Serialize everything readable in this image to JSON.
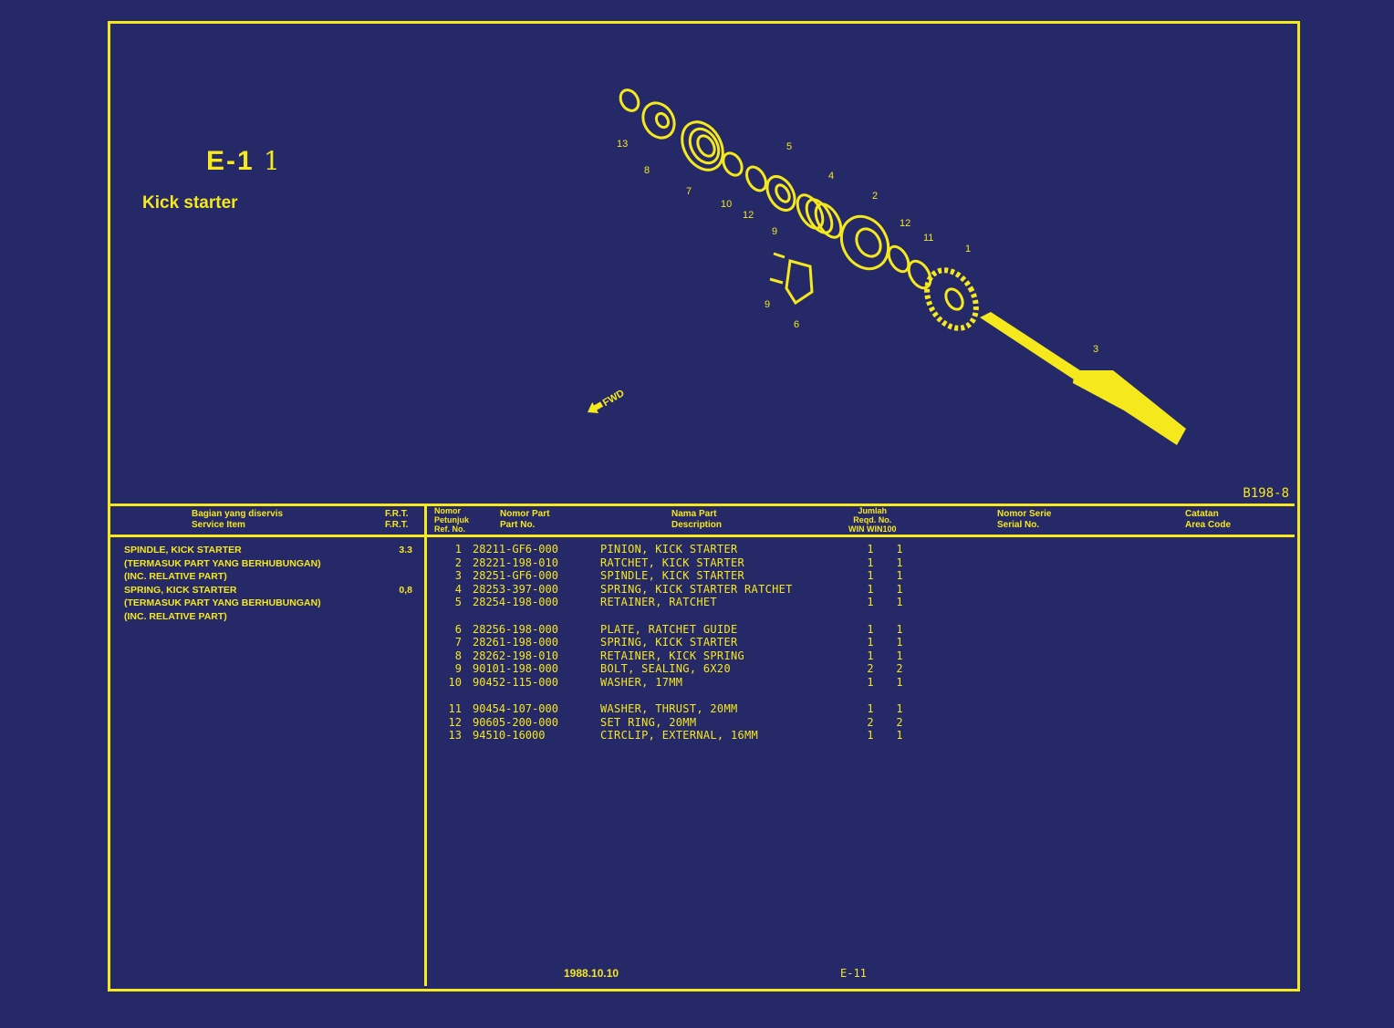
{
  "header": {
    "code": "E-1",
    "code_suffix": "1",
    "title": "Kick starter",
    "diagram_ref": "B198-8",
    "fwd_label": "FWD"
  },
  "callouts": [
    "13",
    "8",
    "7",
    "10",
    "12",
    "5",
    "4",
    "2",
    "12",
    "11",
    "1",
    "9",
    "9",
    "6",
    "3"
  ],
  "table_headers": {
    "service_item_id": "Bagian yang diservis",
    "service_item_en": "Service Item",
    "frt_id": "F.R.T.",
    "frt_en": "F.R.T.",
    "ref_id_1": "Nomor",
    "ref_id_2": "Petunjuk",
    "ref_en": "Ref. No.",
    "part_no_id": "Nomor Part",
    "part_no_en": "Part No.",
    "desc_id": "Nama Part",
    "desc_en": "Description",
    "qty_id": "Jumlah",
    "qty_en": "Reqd. No.",
    "qty_sub": "WIN WIN100",
    "serial_id": "Nomor Serie",
    "serial_en": "Serial No.",
    "notes_id": "Catatan",
    "notes_en": "Area Code"
  },
  "service_items": [
    {
      "text": "SPINDLE, KICK STARTER",
      "frt": "3.3"
    },
    {
      "text": "(TERMASUK PART YANG BERHUBUNGAN)",
      "frt": ""
    },
    {
      "text": "(INC. RELATIVE PART)",
      "frt": ""
    },
    {
      "text": "SPRING, KICK STARTER",
      "frt": "0,8"
    },
    {
      "text": "(TERMASUK PART YANG BERHUBUNGAN)",
      "frt": ""
    },
    {
      "text": "(INC. RELATIVE PART)",
      "frt": ""
    }
  ],
  "parts": [
    {
      "ref": "1",
      "part_no": "28211-GF6-000",
      "desc": "PINION,  KICK  STARTER",
      "q1": "1",
      "q2": "1"
    },
    {
      "ref": "2",
      "part_no": "28221-198-010",
      "desc": "RATCHET,  KICK  STARTER",
      "q1": "1",
      "q2": "1"
    },
    {
      "ref": "3",
      "part_no": "28251-GF6-000",
      "desc": "SPINDLE,  KICK  STARTER",
      "q1": "1",
      "q2": "1"
    },
    {
      "ref": "4",
      "part_no": "28253-397-000",
      "desc": "SPRING,  KICK  STARTER  RATCHET",
      "q1": "1",
      "q2": "1"
    },
    {
      "ref": "5",
      "part_no": "28254-198-000",
      "desc": "RETAINER,   RATCHET",
      "q1": "1",
      "q2": "1"
    },
    {
      "ref": "6",
      "part_no": "28256-198-000",
      "desc": "PLATE, RATCHET  GUIDE",
      "q1": "1",
      "q2": "1"
    },
    {
      "ref": "7",
      "part_no": "28261-198-000",
      "desc": "SPRING,  KICK  STARTER",
      "q1": "1",
      "q2": "1"
    },
    {
      "ref": "8",
      "part_no": "28262-198-010",
      "desc": "RETAINER,   KICK SPRING",
      "q1": "1",
      "q2": "1"
    },
    {
      "ref": "9",
      "part_no": "90101-198-000",
      "desc": "BOLT, SEALING, 6X20",
      "q1": "2",
      "q2": "2"
    },
    {
      "ref": "10",
      "part_no": "90452-115-000",
      "desc": "WASHER, 17MM",
      "q1": "1",
      "q2": "1"
    },
    {
      "ref": "11",
      "part_no": "90454-107-000",
      "desc": "WASHER, THRUST,  20MM",
      "q1": "1",
      "q2": "1"
    },
    {
      "ref": "12",
      "part_no": "90605-200-000",
      "desc": "SET  RING,  20MM",
      "q1": "2",
      "q2": "2"
    },
    {
      "ref": "13",
      "part_no": "94510-16000",
      "desc": "CIRCLIP,  EXTERNAL, 16MM",
      "q1": "1",
      "q2": "1"
    }
  ],
  "footer": {
    "date": "1988.10.10",
    "page": "E-11"
  },
  "colors": {
    "background": "#262967",
    "ink": "#f5e81c"
  }
}
